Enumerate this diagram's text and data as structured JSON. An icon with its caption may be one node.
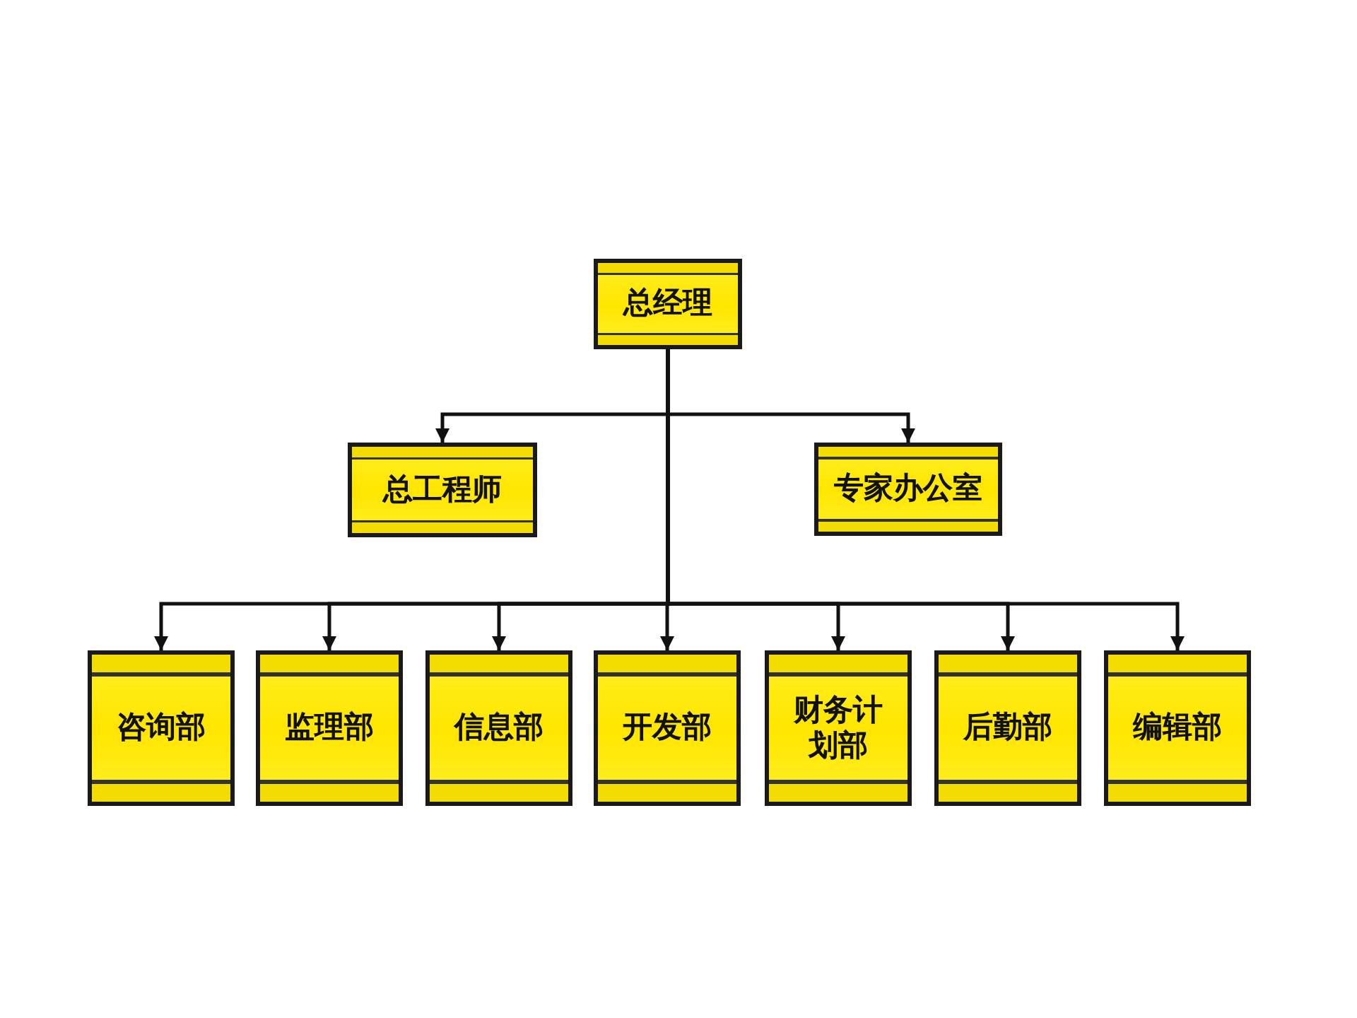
{
  "diagram": {
    "nodes": [
      {
        "text": [
          "总经理"
        ]
      },
      {
        "text": [
          "总工程师"
        ]
      },
      {
        "text": [
          "专家办公室"
        ]
      },
      {
        "text": [
          "咨询部"
        ]
      },
      {
        "text": [
          "监理部"
        ]
      },
      {
        "text": [
          "信息部"
        ]
      },
      {
        "text": [
          "开发部"
        ]
      },
      {
        "text": [
          "财务计划部"
        ]
      },
      {
        "text": [
          "后勤部"
        ]
      },
      {
        "text": [
          "编辑部"
        ]
      }
    ],
    "edges": [
      {
        "from": 0,
        "to": 1,
        "arrow": "to"
      },
      {
        "from": 0,
        "to": 2,
        "arrow": "to"
      },
      {
        "from": 0,
        "to": 3,
        "arrow": "to"
      },
      {
        "from": 0,
        "to": 4,
        "arrow": "to"
      },
      {
        "from": 0,
        "to": 5,
        "arrow": "to"
      },
      {
        "from": 0,
        "to": 6,
        "arrow": "to"
      },
      {
        "from": 0,
        "to": 7,
        "arrow": "to"
      },
      {
        "from": 0,
        "to": 8,
        "arrow": "to"
      },
      {
        "from": 0,
        "to": 9,
        "arrow": "to"
      }
    ]
  }
}
